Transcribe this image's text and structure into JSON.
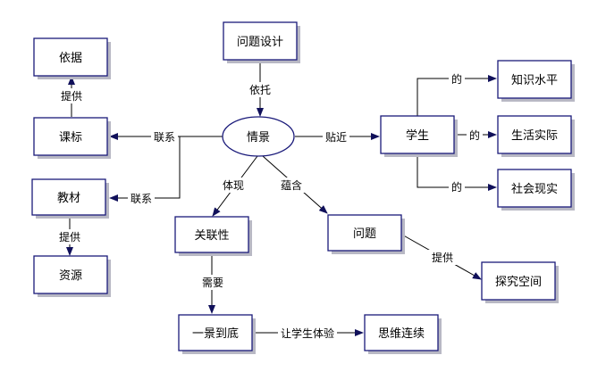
{
  "colors": {
    "node_border": "#1a1a7a",
    "shadow": "#b8b8c4",
    "line": "#000000",
    "arrow": "#10105a"
  },
  "nodes": {
    "wenti_sheji": "问题设计",
    "qingjing": "情景",
    "yiju": "依据",
    "kebiao": "课标",
    "jiaocai": "教材",
    "ziyuan": "资源",
    "xuesheng": "学生",
    "zhishi_shuiping": "知识水平",
    "shenghuo_shiji": "生活实际",
    "shehui_xianshi": "社会现实",
    "guanlian_xing": "关联性",
    "wenti": "问题",
    "tanjiu_kongjian": "探究空间",
    "yijing_daodi": "一景到底",
    "siwei_lianxu": "思维连续"
  },
  "edge_labels": {
    "yituo": "依托",
    "tiejin": "贴近",
    "lianxi_kebiao": "联系",
    "lianxi_jiaocai": "联系",
    "tigong_yiju": "提供",
    "tigong_ziyuan": "提供",
    "de_zhishi": "的",
    "de_shenghuo": "的",
    "de_shehui": "的",
    "tixian": "体现",
    "yunhan": "蕴含",
    "xuyao": "需要",
    "tigong_tanjiu": "提供",
    "rang_xuesheng": "让学生体验"
  }
}
